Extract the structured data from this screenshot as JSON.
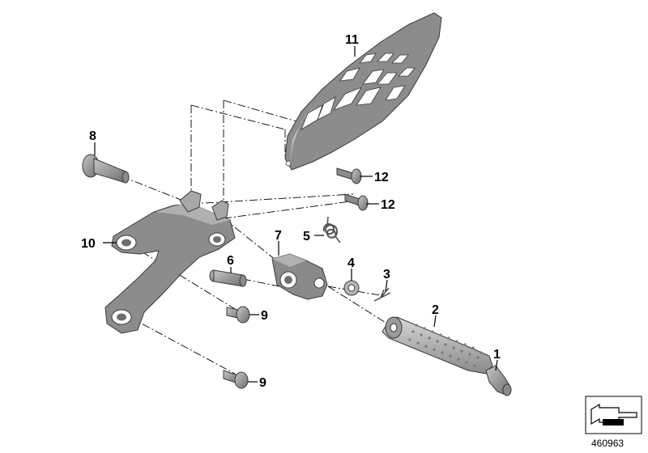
{
  "parts": [
    {
      "id": "part-1",
      "label": "1"
    },
    {
      "id": "part-2",
      "label": "2"
    },
    {
      "id": "part-3",
      "label": "3"
    },
    {
      "id": "part-4",
      "label": "4"
    },
    {
      "id": "part-5",
      "label": "5"
    },
    {
      "id": "part-6",
      "label": "6"
    },
    {
      "id": "part-7",
      "label": "7"
    },
    {
      "id": "part-8",
      "label": "8"
    },
    {
      "id": "part-9a",
      "label": "9"
    },
    {
      "id": "part-9b",
      "label": "9"
    },
    {
      "id": "part-10",
      "label": "10"
    },
    {
      "id": "part-11",
      "label": "11"
    },
    {
      "id": "part-12a",
      "label": "12"
    },
    {
      "id": "part-12b",
      "label": "12"
    }
  ],
  "reference_number": "460963",
  "colors": {
    "part_dark": "#8c8c8c",
    "part_light": "#b5b5b5",
    "outline": "#3a3a3a"
  }
}
